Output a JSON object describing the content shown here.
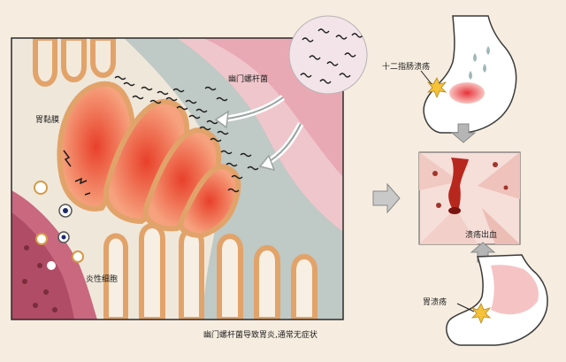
{
  "main_panel": {
    "label_mucosa": "胃黏膜",
    "label_bacteria": "幽门螺杆菌",
    "label_inflammatory_cells": "炎性细胞",
    "caption": "幽门螺杆菌导致胃炎,通常无症状"
  },
  "right_panel": {
    "label_duodenal_ulcer": "十二指肠溃疡",
    "label_ulcer_bleeding": "溃疡出血",
    "label_gastric_ulcer": "胃溃疡"
  }
}
